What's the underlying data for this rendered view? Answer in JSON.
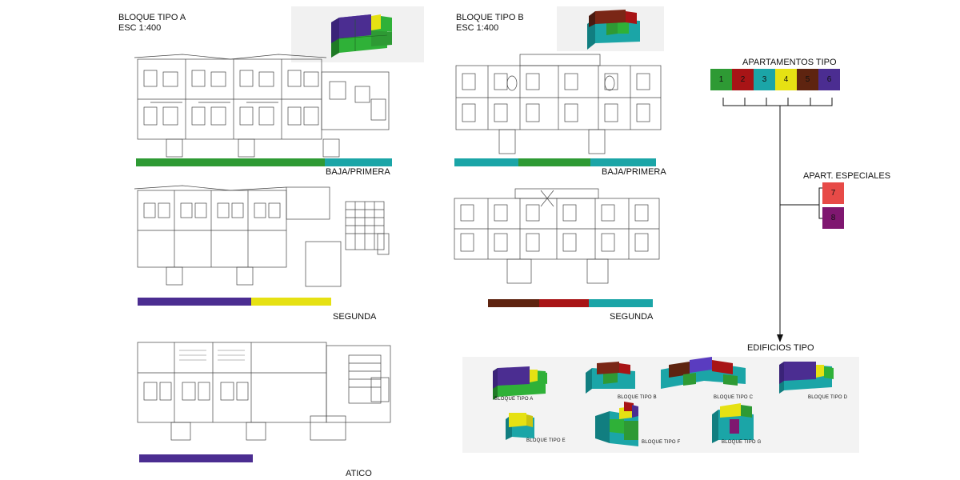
{
  "bloque_a": {
    "title": "BLOQUE TIPO A",
    "scale": "ESC 1:400"
  },
  "bloque_b": {
    "title": "BLOQUE TIPO B",
    "scale": "ESC 1:400"
  },
  "floors": {
    "a_baja": "BAJA/PRIMERA",
    "a_segunda": "SEGUNDA",
    "a_atico": "ATICO",
    "b_baja": "BAJA/PRIMERA",
    "b_segunda": "SEGUNDA"
  },
  "legend": {
    "title": "APARTAMENTOS TIPO",
    "types": [
      {
        "label": "1",
        "color": "#2e9a34"
      },
      {
        "label": "2",
        "color": "#a81416"
      },
      {
        "label": "3",
        "color": "#1ba5a7"
      },
      {
        "label": "4",
        "color": "#e6e113"
      },
      {
        "label": "5",
        "color": "#5e2410"
      },
      {
        "label": "6",
        "color": "#4b2d91"
      }
    ],
    "special_title": "APART. ESPECIALES",
    "special": [
      {
        "label": "7",
        "color": "#e74a47"
      },
      {
        "label": "8",
        "color": "#7f1770"
      }
    ],
    "buildings_title": "EDIFICIOS TIPO"
  },
  "buildings": [
    {
      "label": "BLOQUE TIPO A"
    },
    {
      "label": "BLOQUE TIPO B"
    },
    {
      "label": "BLOQUE TIPO C"
    },
    {
      "label": "BLOQUE TIPO D"
    },
    {
      "label": "BLOQUE TIPO E"
    },
    {
      "label": "BLOQUE TIPO F"
    },
    {
      "label": "BLOQUE TIPO G"
    }
  ],
  "colors": {
    "green": "#2e9a34",
    "red": "#a81416",
    "teal": "#1ba5a7",
    "yellow": "#e6e113",
    "brown": "#5e2410",
    "purple": "#4b2d91"
  }
}
